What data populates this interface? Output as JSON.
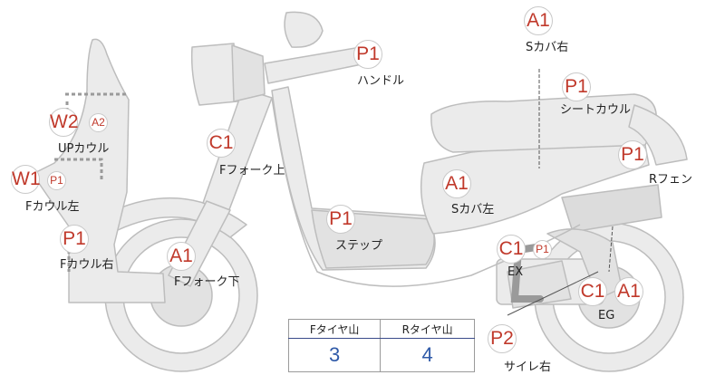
{
  "parts": [
    {
      "id": "upcowl",
      "grades": [
        "W2",
        "A2"
      ],
      "label": "UPカウル"
    },
    {
      "id": "fcowl-left",
      "grades": [
        "W1",
        "P1"
      ],
      "label": "Fカウル左"
    },
    {
      "id": "fcowl-right",
      "grades": [
        "P1"
      ],
      "label": "Fカウル右"
    },
    {
      "id": "ffork-upper",
      "grades": [
        "C1"
      ],
      "label": "Fフォーク上"
    },
    {
      "id": "ffork-lower",
      "grades": [
        "A1"
      ],
      "label": "Fフォーク下"
    },
    {
      "id": "handle",
      "grades": [
        "P1"
      ],
      "label": "ハンドル"
    },
    {
      "id": "step",
      "grades": [
        "P1"
      ],
      "label": "ステップ"
    },
    {
      "id": "scover-left",
      "grades": [
        "A1"
      ],
      "label": "Sカバ左"
    },
    {
      "id": "scover-right",
      "grades": [
        "A1"
      ],
      "label": "Sカバ右"
    },
    {
      "id": "seatcowl",
      "grades": [
        "P1"
      ],
      "label": "シートカウル"
    },
    {
      "id": "rfender",
      "grades": [
        "P1"
      ],
      "label": "Rフェン"
    },
    {
      "id": "ex",
      "grades": [
        "C1",
        "P1"
      ],
      "label": "EX"
    },
    {
      "id": "eg",
      "grades": [
        "C1",
        "A1"
      ],
      "label": "EG"
    },
    {
      "id": "muffler-right",
      "grades": [
        "P2"
      ],
      "label": "サイレ右"
    }
  ],
  "tire_table": {
    "front_header": "Fタイヤ山",
    "rear_header": "Rタイヤ山",
    "front_value": "3",
    "rear_value": "4"
  },
  "colors": {
    "grade_text": "#c0392b",
    "tire_value": "#2f5aa8",
    "body_fill": "#ebebeb",
    "body_stroke": "#bdbdbd"
  }
}
